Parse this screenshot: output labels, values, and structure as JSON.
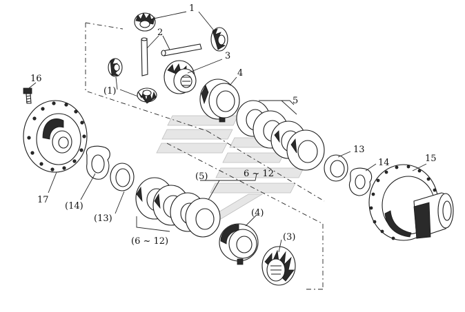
{
  "labels": {
    "l1": "1",
    "l2": "2",
    "l3": "3",
    "l4": "4",
    "l5": "5",
    "l16": "16",
    "l1p": "(1)",
    "l6_12_top": "6 ~ 12",
    "l5p": "(5)",
    "l13": "13",
    "l14": "14",
    "l15": "15",
    "l17": "17",
    "l14p": "(14)",
    "l13p": "(13)",
    "l4p": "(4)",
    "l3p": "(3)",
    "l6_12p": "(6 ~ 12)"
  },
  "colors": {
    "ink": "#1a1a1a",
    "watermark": "#d9d9d9"
  }
}
